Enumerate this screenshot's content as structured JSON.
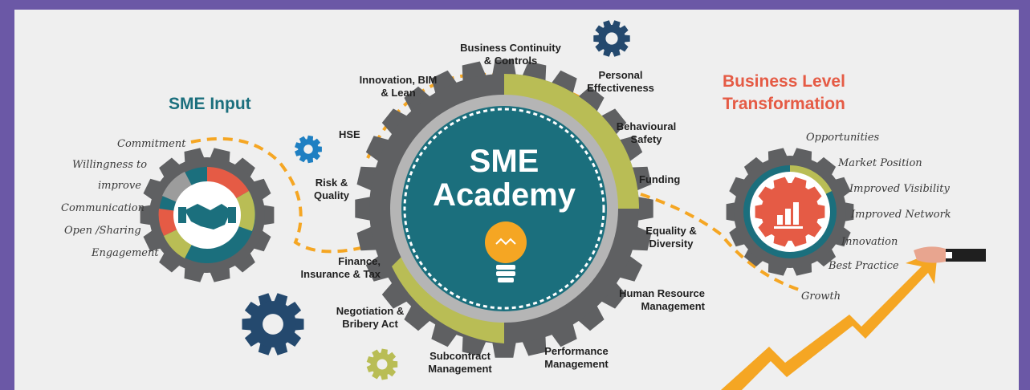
{
  "center": {
    "title": "SME\nAcademy"
  },
  "left_section": {
    "title": "SME Input",
    "items": [
      "Commitment",
      "Willingness to",
      "improve",
      "Communication",
      "Open /Sharing",
      "Engagement"
    ]
  },
  "right_section": {
    "title": "Business Level\nTransformation",
    "items": [
      "Opportunities",
      "Market Position",
      "Improved Visibility",
      "Improved Network",
      "Innovation",
      "Best Practice",
      "Growth"
    ]
  },
  "academy_topics": [
    "Business Continuity\n& Controls",
    "Personal\nEffectiveness",
    "Behavioural\nSafety",
    "Funding",
    "Equality &\nDiversity",
    "Human Resource\nManagement",
    "Performance\nManagement",
    "Subcontract\nManagement",
    "Negotiation &\nBribery Act",
    "Finance,\nInsurance & Tax",
    "Risk &\nQuality",
    "HSE",
    "Innovation, BIM\n& Lean"
  ],
  "colors": {
    "background": "#efefef",
    "frame": "#6b58a6",
    "teal": "#1b6f7d",
    "orange": "#f5a623",
    "coral": "#e55b45",
    "olive": "#b9bd55",
    "navy": "#24496e",
    "gray": "#5f6062"
  },
  "icons": [
    "handshake-icon",
    "lightbulb-icon",
    "bar-chart-icon",
    "gear-icon",
    "hand-icon",
    "growth-arrow-icon"
  ]
}
